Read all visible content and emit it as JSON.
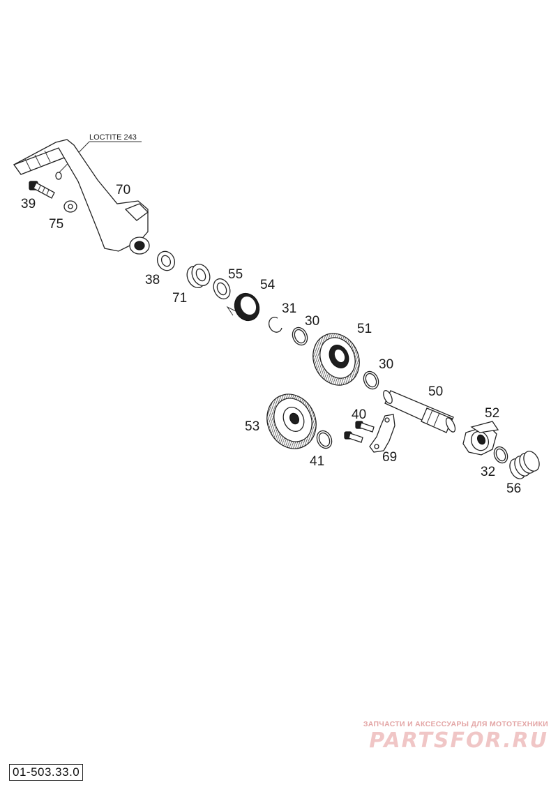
{
  "diagram": {
    "note": "LOCTITE 243",
    "part_numbers": {
      "p39": "39",
      "p75": "75",
      "p70": "70",
      "p38": "38",
      "p71": "71",
      "p55": "55",
      "p54": "54",
      "p31": "31",
      "p30a": "30",
      "p51": "51",
      "p30b": "30",
      "p50": "50",
      "p40": "40",
      "p53": "53",
      "p41": "41",
      "p69": "69",
      "p52": "52",
      "p32": "32",
      "p56": "56"
    }
  },
  "footer": {
    "doc_number": "01-503.33.0",
    "watermark_caption": "ЗАПЧАСТИ И АКСЕССУАРЫ ДЛЯ МОТОТЕХНИКИ",
    "watermark_logo": "PARTSFOR.RU"
  }
}
